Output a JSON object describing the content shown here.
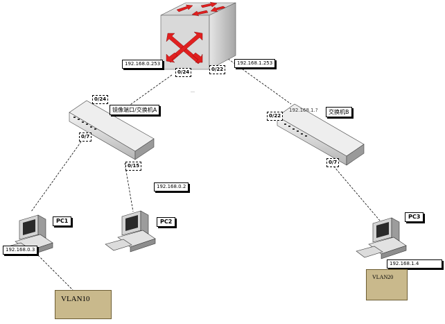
{
  "router": {
    "port_left": "0/24",
    "port_right": "0/22",
    "ip_left": "192.168.0.253",
    "ip_right": "192.168.1.253"
  },
  "switch_a": {
    "name": "镜像端口/交换机A",
    "port_top": "0/24",
    "port_left": "0/7",
    "port_bottom": "0/15"
  },
  "switch_b": {
    "name": "交换机B",
    "ip_partial": "192.168.1.?",
    "port_left": "0/22",
    "port_bottom": "0/7"
  },
  "pcs": [
    {
      "name": "PC1",
      "ip": "192.168.0.3"
    },
    {
      "name": "PC2",
      "ip": "192.168.0.2"
    },
    {
      "name": "PC3",
      "ip": "192.168.1.4"
    }
  ],
  "vlans": [
    {
      "name": "VLAN10"
    },
    {
      "name": "VLAN20"
    }
  ],
  "colors": {
    "vlan_fill": "#c9b98c",
    "router_arrow": "#e02020"
  }
}
